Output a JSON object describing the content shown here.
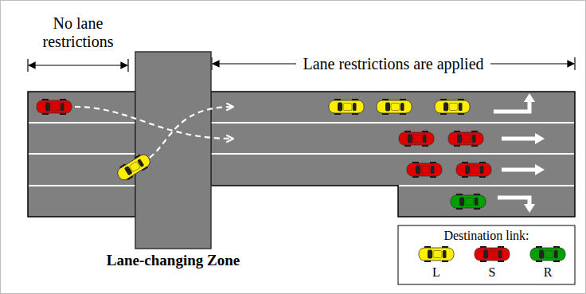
{
  "diagram": {
    "nodes": [
      {
        "text": [
          "Lane-changing Zone"
        ]
      },
      {
        "text": [
          "Destination link:"
        ]
      }
    ],
    "labels": [
      "No lane restrictions",
      "Lane restrictions are applied"
    ],
    "legend": [
      {
        "text": "L"
      },
      {
        "text": "S"
      },
      {
        "text": "R"
      }
    ]
  }
}
